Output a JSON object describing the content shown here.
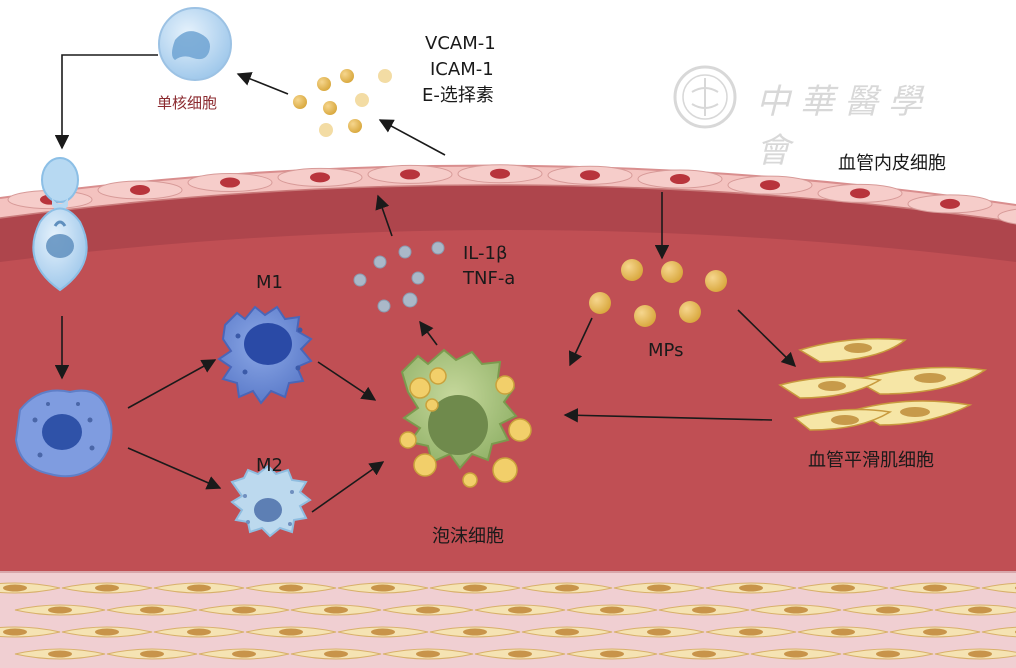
{
  "labels": {
    "monocyte": "单核细胞",
    "adhesion_1": "VCAM-1",
    "adhesion_2": "ICAM-1",
    "adhesion_3": "E-选择素",
    "endothelium": "血管内皮细胞",
    "cytokine_1": "IL-1β",
    "cytokine_2": "TNF-a",
    "m1": "M1",
    "m2": "M2",
    "mps": "MPs",
    "foam_cell": "泡沫细胞",
    "smooth_muscle": "血管平滑肌细胞"
  },
  "watermark": {
    "text": "中華醫學會"
  },
  "colors": {
    "vessel_wall": "#c04f54",
    "intima_band": "#a8424a",
    "endothelial_cell": "#f2b8b8",
    "nucleus_red": "#b8343c",
    "monocyte_blue": "#aacfee",
    "macrophage_blue": "#6f8fd6",
    "foam_green": "#a8c27e",
    "lipid_yellow": "#e8c064",
    "smc_yellow": "#f6e8a8",
    "arrow": "#1a1a1a"
  }
}
